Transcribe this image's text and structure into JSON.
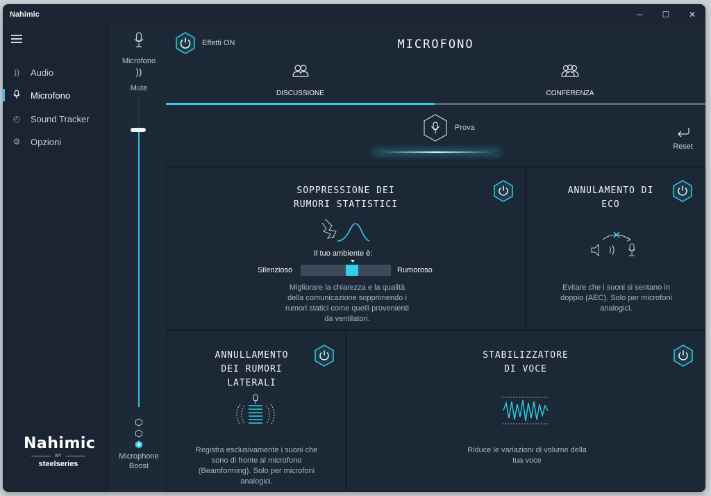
{
  "window": {
    "title": "Nahimic",
    "controls": {
      "minimize": "─",
      "maximize": "☐",
      "close": "✕"
    }
  },
  "nav": {
    "items": [
      {
        "label": "Audio",
        "icon": "sound-wave-icon",
        "glyph": "))"
      },
      {
        "label": "Microfono",
        "icon": "microphone-icon",
        "glyph": "🎙"
      },
      {
        "label": "Sound Tracker",
        "icon": "compass-icon",
        "glyph": "◴"
      },
      {
        "label": "Opzioni",
        "icon": "gear-icon",
        "glyph": "⚙"
      }
    ],
    "active": "Microfono",
    "brand": {
      "logo": "Nahimic",
      "by": "BY",
      "company": "steelseries"
    }
  },
  "mic_column": {
    "mic_label": "Microfono",
    "mute_label": "Mute",
    "volume_level": 0.9,
    "boost_label_line1": "Microphone",
    "boost_label_line2": "Boost",
    "boost_selected": 1
  },
  "header": {
    "effects_label": "Effetti ON",
    "title": "MICROFONO"
  },
  "tabs": [
    {
      "label": "DISCUSSIONE",
      "active": true
    },
    {
      "label": "CONFERENZA",
      "active": false
    }
  ],
  "prova": {
    "label": "Prova",
    "reset_label": "Reset"
  },
  "cards": {
    "noise": {
      "title_line1": "SOPPRESSIONE DEI",
      "title_line2": "RUMORI STATISTICI",
      "env_label": "Il tuo ambiente è:",
      "left": "Silenzioso",
      "right": "Rumoroso",
      "env_level": 0.57,
      "desc": [
        "Migliorare la chiarezza e la qualità",
        "della comunicazione sopprimendo i",
        "rumori statici come quelli provenienti",
        "da ventilatori."
      ]
    },
    "echo": {
      "title_line1": "ANNULAMENTO DI",
      "title_line2": "ECO",
      "desc": [
        "Evitare che i suoni si sentano in",
        "doppio (AEC). Solo per microfoni",
        "analogici."
      ]
    },
    "lateral": {
      "title_line1": "ANNULLAMENTO",
      "title_line2": "DEI RUMORI",
      "title_line3": "LATERALI",
      "desc": [
        "Registra esclusivamente i suoni che",
        "sono di fronte al microfono",
        "(Beamforming). Solo per microfoni",
        "analogici."
      ]
    },
    "stabilizer": {
      "title_line1": "STABILIZZATORE",
      "title_line2": "DI VOCE",
      "desc": [
        "Riduce le variazioni di volume della",
        "tua voce"
      ]
    }
  },
  "colors": {
    "accent": "#2fd0e8",
    "bg": "#1d2836",
    "nav_bg": "#1a2432"
  }
}
